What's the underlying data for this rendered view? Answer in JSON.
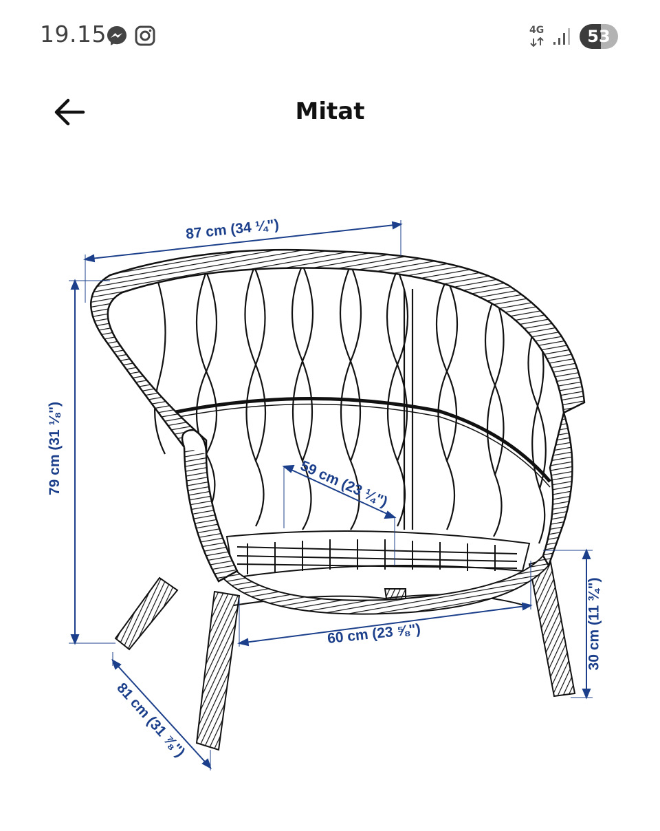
{
  "status_bar": {
    "time": "19.15",
    "network": "4G",
    "battery": "53",
    "icons": [
      "messenger-icon",
      "instagram-icon",
      "data-arrows-icon",
      "signal-icon",
      "battery-icon"
    ]
  },
  "header": {
    "back_icon": "arrow-left-icon",
    "title": "Mitat"
  },
  "diagram": {
    "dimension_color": "#1b3f8a",
    "width_label": "87 cm (34 ¼\")",
    "height_label": "79 cm (31 ⅛\")",
    "seat_depth_label": "59 cm (23 ¼\")",
    "seat_width_label": "60 cm (23 ⅝\")",
    "seat_height_label": "30 cm (11 ¾\")",
    "depth_label": "81 cm (31 ⅞\")"
  }
}
